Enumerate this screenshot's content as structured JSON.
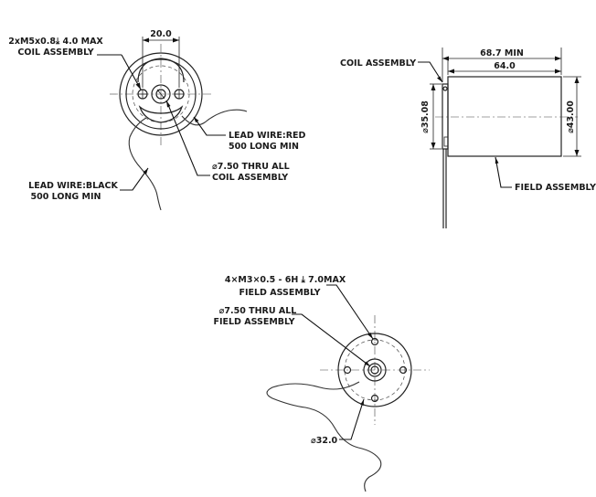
{
  "top_left_view": {
    "thread_note_line1": "2xM5x0.8⤓ 4.0 MAX",
    "thread_note_line2": "COIL ASSEMBLY",
    "width_dim": "20.0",
    "lead_red_line1": "LEAD WIRE:RED",
    "lead_red_line2": "500 LONG MIN",
    "lead_black_line1": "LEAD WIRE:BLACK",
    "lead_black_line2": "500 LONG MIN",
    "bore_line1": "⌀7.50 THRU ALL",
    "bore_line2": "COIL ASSEMBLY"
  },
  "side_view": {
    "coil_label": "COIL ASSEMBLY",
    "length_overall": "68.7 MIN",
    "length_body": "64.0",
    "dia_left": "⌀35.08",
    "dia_right": "⌀43.00",
    "field_label": "FIELD ASSEMBLY"
  },
  "bottom_view": {
    "thread_note_line1": "4×M3×0.5 - 6H ⤓ 7.0MAX",
    "thread_note_line2": "FIELD ASSEMBLY",
    "bore_line1": "⌀7.50 THRU ALL",
    "bore_line2": "FIELD ASSEMBLY",
    "bolt_circle": "⌀32.0"
  }
}
